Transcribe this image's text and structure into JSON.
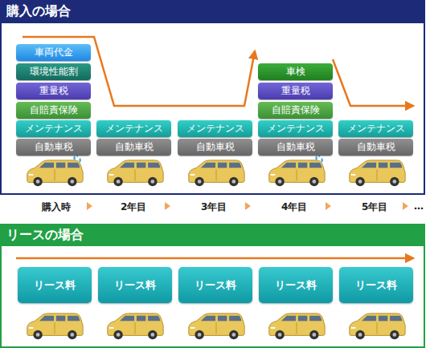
{
  "diagram": {
    "nodes": [
      {
        "text": [
          "購入の場合"
        ]
      },
      {
        "text": [
          "車両代金"
        ],
        "in": 0
      },
      {
        "text": [
          "環境性能割"
        ],
        "in": 0
      },
      {
        "text": [
          "重量税"
        ],
        "in": 0
      },
      {
        "text": [
          "自賠責保険"
        ],
        "in": 0
      },
      {
        "text": [
          "メンテナンス"
        ],
        "in": 0
      },
      {
        "text": [
          "自動車税"
        ],
        "in": 0
      },
      {
        "text": [
          "メンテナンス"
        ],
        "in": 0
      },
      {
        "text": [
          "自動車税"
        ],
        "in": 0
      },
      {
        "text": [
          "メンテナンス"
        ],
        "in": 0
      },
      {
        "text": [
          "自動車税"
        ],
        "in": 0
      },
      {
        "text": [
          "車検"
        ],
        "in": 0
      },
      {
        "text": [
          "重量税"
        ],
        "in": 0
      },
      {
        "text": [
          "自賠責保険"
        ],
        "in": 0
      },
      {
        "text": [
          "メンテナンス"
        ],
        "in": 0
      },
      {
        "text": [
          "自動車税"
        ],
        "in": 0
      },
      {
        "text": [
          "メンテナンス"
        ],
        "in": 0
      },
      {
        "text": [
          "自動車税"
        ],
        "in": 0
      },
      {
        "text": [
          "リースの場合"
        ]
      },
      {
        "text": [
          "リース料"
        ],
        "in": 18
      },
      {
        "text": [
          "リース料"
        ],
        "in": 18
      },
      {
        "text": [
          "リース料"
        ],
        "in": 18
      },
      {
        "text": [
          "リース料"
        ],
        "in": 18
      },
      {
        "text": [
          "リース料"
        ],
        "in": 18
      }
    ],
    "labels": [
      "購入時",
      "2年目",
      "3年目",
      "4年目",
      "5年目",
      "…"
    ]
  }
}
